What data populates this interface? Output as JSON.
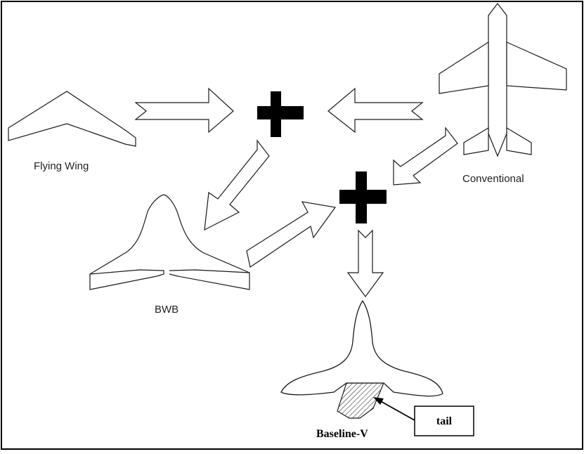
{
  "labels": {
    "flying_wing": "Flying Wing",
    "conventional": "Conventional",
    "bwb": "BWB",
    "baseline": "Baseline-V",
    "tail": "tail"
  },
  "colors": {
    "stroke": "#1a1a1a",
    "fill": "#ffffff",
    "plus": "#000000"
  }
}
